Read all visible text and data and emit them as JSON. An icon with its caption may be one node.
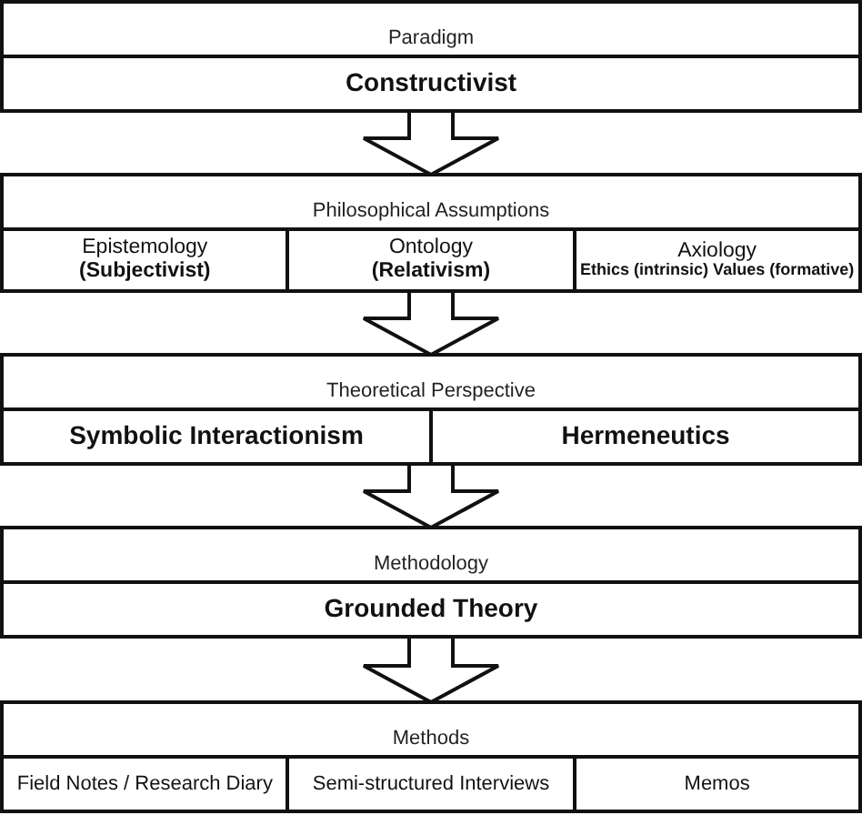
{
  "diagram": {
    "nodes": [
      {
        "text": [
          "Paradigm"
        ]
      },
      {
        "text": [
          "Constructivist"
        ],
        "in": 0
      },
      {
        "text": [
          "Philosophical Assumptions"
        ]
      },
      {
        "text": [
          "Epistemology",
          "(Subjectivist)"
        ],
        "in": 2
      },
      {
        "text": [
          "Ontology",
          "(Relativism)"
        ],
        "in": 2
      },
      {
        "text": [
          "Axiology",
          "Ethics (intrinsic) Values (formative)"
        ],
        "in": 2
      },
      {
        "text": [
          "Theoretical Perspective"
        ]
      },
      {
        "text": [
          "Symbolic Interactionism"
        ],
        "in": 6
      },
      {
        "text": [
          "Hermeneutics"
        ],
        "in": 6
      },
      {
        "text": [
          "Methodology"
        ]
      },
      {
        "text": [
          "Grounded Theory"
        ],
        "in": 9
      },
      {
        "text": [
          "Methods"
        ]
      },
      {
        "text": [
          "Field Notes / Research Diary"
        ],
        "in": 11
      },
      {
        "text": [
          "Semi-structured Interviews"
        ],
        "in": 11
      },
      {
        "text": [
          "Memos"
        ],
        "in": 11
      }
    ],
    "edges": [
      {
        "from": 0,
        "to": 2,
        "arrow": "to"
      },
      {
        "from": 2,
        "to": 6,
        "arrow": "to"
      },
      {
        "from": 6,
        "to": 9,
        "arrow": "to"
      },
      {
        "from": 9,
        "to": 11,
        "arrow": "to"
      }
    ]
  }
}
